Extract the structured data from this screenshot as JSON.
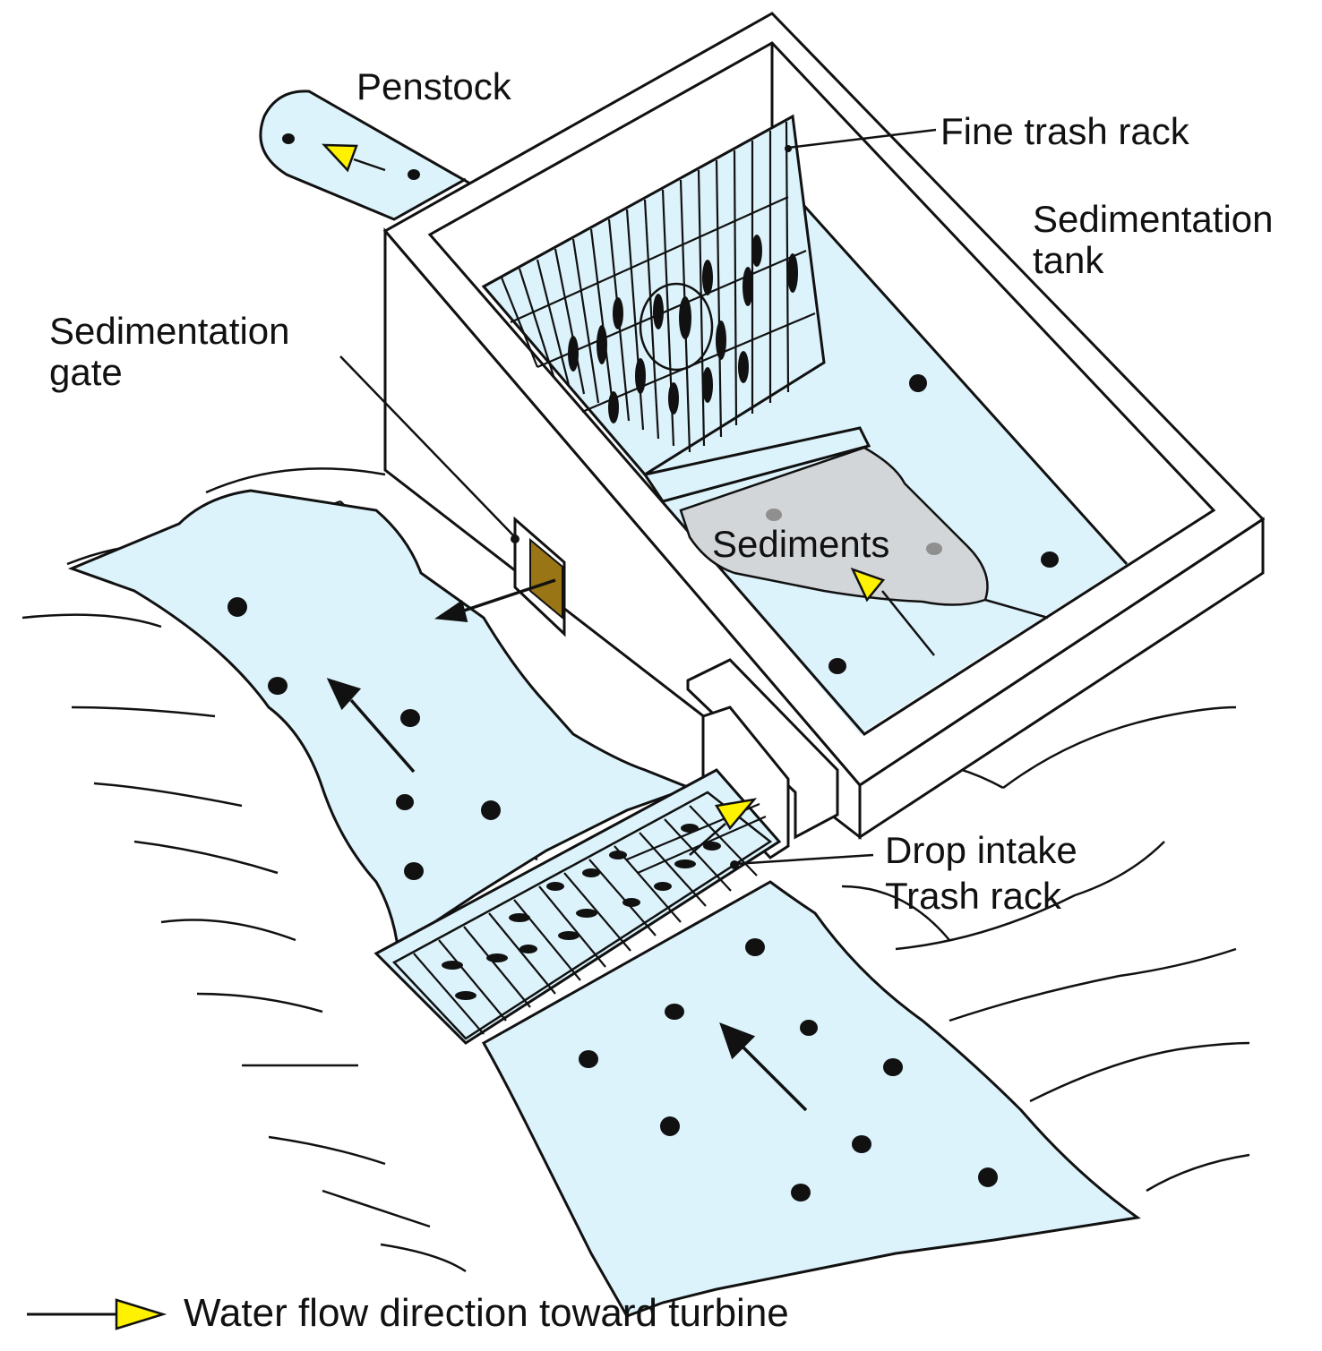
{
  "labels": {
    "penstock": "Penstock",
    "fine_trash_rack": "Fine trash rack",
    "sedimentation_tank_line1": "Sedimentation",
    "sedimentation_tank_line2": "tank",
    "sedimentation_gate_line1": "Sedimentation",
    "sedimentation_gate_line2": "gate",
    "sediments": "Sediments",
    "drop_intake_line1": "Drop intake",
    "drop_intake_line2": "Trash rack"
  },
  "legend": {
    "text": "Water flow direction toward turbine"
  },
  "colors": {
    "water": "#ddf3fb",
    "sediment": "#d3d6d8",
    "gate": "#9a7515",
    "flow_arrow": "#fff200",
    "outline": "#111111"
  }
}
